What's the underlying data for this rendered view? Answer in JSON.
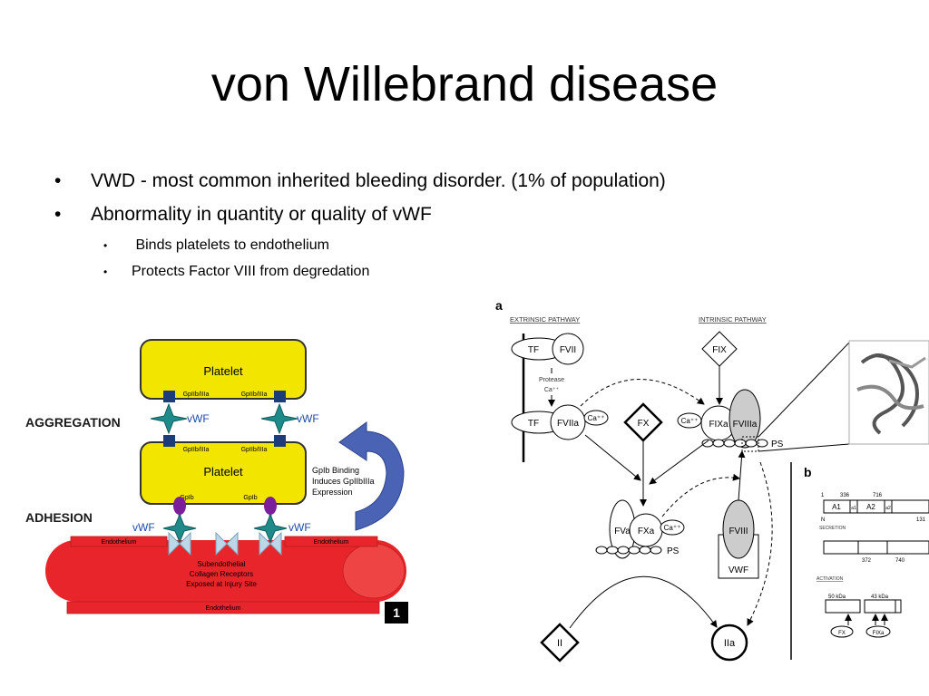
{
  "slide": {
    "title": "von Willebrand disease",
    "bullets": [
      {
        "text": "VWD - most common inherited bleeding disorder. (1% of population)",
        "level": 1
      },
      {
        "text": "Abnormality in quantity or quality of vWF",
        "level": 1
      },
      {
        "text": " Binds platelets to endothelium",
        "level": 2
      },
      {
        "text": "Protects Factor VIII from degredation",
        "level": 2
      }
    ]
  },
  "left_figure": {
    "platelet": "Platelet",
    "gpiib_iiia": "GpIIb/IIIa",
    "gpib": "GpIb",
    "vwf": "vWF",
    "aggregation": "AGGREGATION",
    "adhesion": "ADHESION",
    "endothelium": "Endothelium",
    "binding_note": [
      "GpIb Binding",
      "Induces GpIIbIIIa",
      "Expression"
    ],
    "vessel_note": [
      "Subendothelial",
      "Collagen Receptors",
      "Exposed at Injury Site"
    ],
    "figure_number": "1",
    "colors": {
      "platelet": "#f2e600",
      "vessel": "#e8252a",
      "vwf": "#1f8a8a",
      "arrow": "#4a63b4"
    }
  },
  "right_figure": {
    "panel_a": "a",
    "panel_b": "b",
    "extrinsic": "EXTRINSIC PATHWAY",
    "intrinsic": "INTRINSIC PATHWAY",
    "tf": "TF",
    "fvii": "FVII",
    "fviia": "FVIIa",
    "protease": "Protease",
    "ca": "Ca⁺⁺",
    "fix": "FIX",
    "fixa": "FIXa",
    "fviiia": "FVIIIa",
    "fx": "FX",
    "fxa": "FXa",
    "fva": "FVa",
    "fviii": "FVIII",
    "vwf": "VWF",
    "ps": "PS",
    "ii": "II",
    "iia": "IIa",
    "domains": {
      "n1": "1",
      "n336": "336",
      "n716": "716",
      "a1": "A1",
      "a1s": "a1",
      "a2": "A2",
      "a2s": "a2",
      "n": "N",
      "n131": "131",
      "n372": "372",
      "n740": "740"
    },
    "secretion": "SECRETION",
    "activation": "ACTIVATION",
    "kda50": "50 kDa",
    "kda43": "43 kDa"
  }
}
